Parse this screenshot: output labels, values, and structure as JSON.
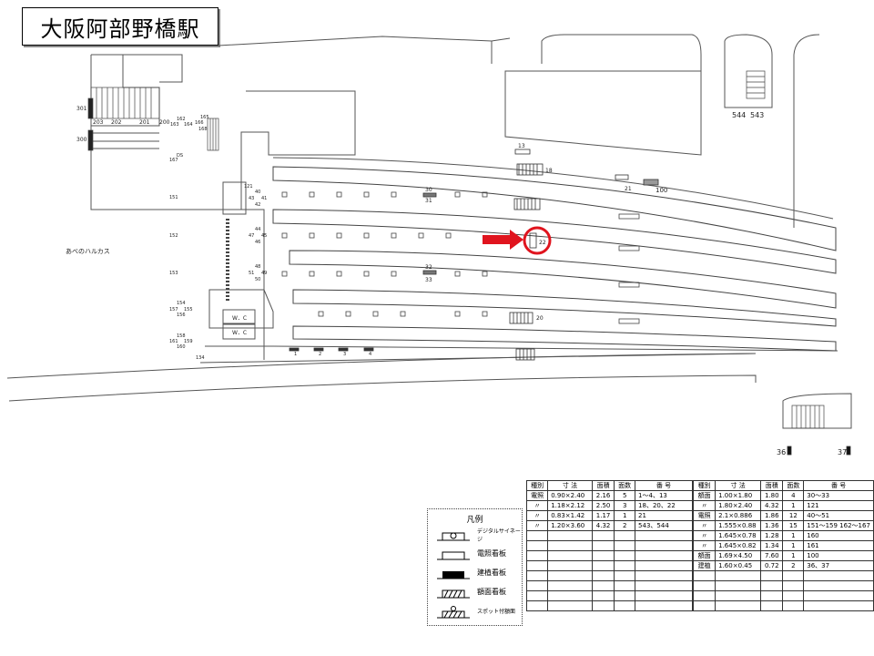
{
  "title": "大阪阿部野橋駅",
  "map_labels": {
    "harukas": "あべのハルカス",
    "n301": "301",
    "n300": "300",
    "n203": "203",
    "n202": "202",
    "n201": "201",
    "n200": "200",
    "n162": "162",
    "n163": "163",
    "n164": "164",
    "n165": "165",
    "n166": "166",
    "n168": "168",
    "n167": "167",
    "n151": "151",
    "n152": "152",
    "n153": "153",
    "n154": "154",
    "n157": "157",
    "n155": "155",
    "n156": "156",
    "n158": "158",
    "n161": "161",
    "n159": "159",
    "n160": "160",
    "ds": "DS",
    "n121": "121",
    "n40": "40",
    "n43": "43",
    "n41": "41",
    "n42": "42",
    "n44": "44",
    "n47": "47",
    "n45": "45",
    "n46": "46",
    "n48": "48",
    "n51": "51",
    "n49": "49",
    "n50": "50",
    "n134": "134",
    "wc": "W．C",
    "n13": "13",
    "n18": "18",
    "n21": "21",
    "n100": "100",
    "n30": "30",
    "n31": "31",
    "n32": "32",
    "n33": "33",
    "n22": "22",
    "n20": "20",
    "n544": "544",
    "n543": "543",
    "n36": "36",
    "n37": "37",
    "n1": "1",
    "n2": "2",
    "n3": "3",
    "n4": "4"
  },
  "legend": {
    "title": "凡例",
    "items": [
      "デジタルサイネージ",
      "電照看板",
      "建植看板",
      "額面看板",
      "スポット付額面"
    ]
  },
  "table": {
    "headers": [
      "種別",
      "寸 法",
      "面積",
      "面数",
      "番 号"
    ],
    "left_rows": [
      [
        "電照",
        "0.90×2.40",
        "2.16",
        "5",
        "1〜4、13"
      ],
      [
        "〃",
        "1.18×2.12",
        "2.50",
        "3",
        "18、20、22"
      ],
      [
        "〃",
        "0.83×1.42",
        "1.17",
        "1",
        "21"
      ],
      [
        "〃",
        "1.20×3.60",
        "4.32",
        "2",
        "543、544"
      ]
    ],
    "right_rows": [
      [
        "額面",
        "1.00×1.80",
        "1.80",
        "4",
        "30〜33"
      ],
      [
        "〃",
        "1.80×2.40",
        "4.32",
        "1",
        "121"
      ],
      [
        "電照",
        "2.1×0.886",
        "1.86",
        "12",
        "40〜51"
      ],
      [
        "〃",
        "1.555×0.88",
        "1.36",
        "15",
        "151〜159 162〜167"
      ],
      [
        "〃",
        "1.645×0.78",
        "1.28",
        "1",
        "160"
      ],
      [
        "〃",
        "1.645×0.82",
        "1.34",
        "1",
        "161"
      ],
      [
        "額面",
        "1.69×4.50",
        "7.60",
        "1",
        "100"
      ],
      [
        "建植",
        "1.60×0.45",
        "0.72",
        "2",
        "36、37"
      ]
    ]
  },
  "colors": {
    "highlight": "#e0141e"
  }
}
